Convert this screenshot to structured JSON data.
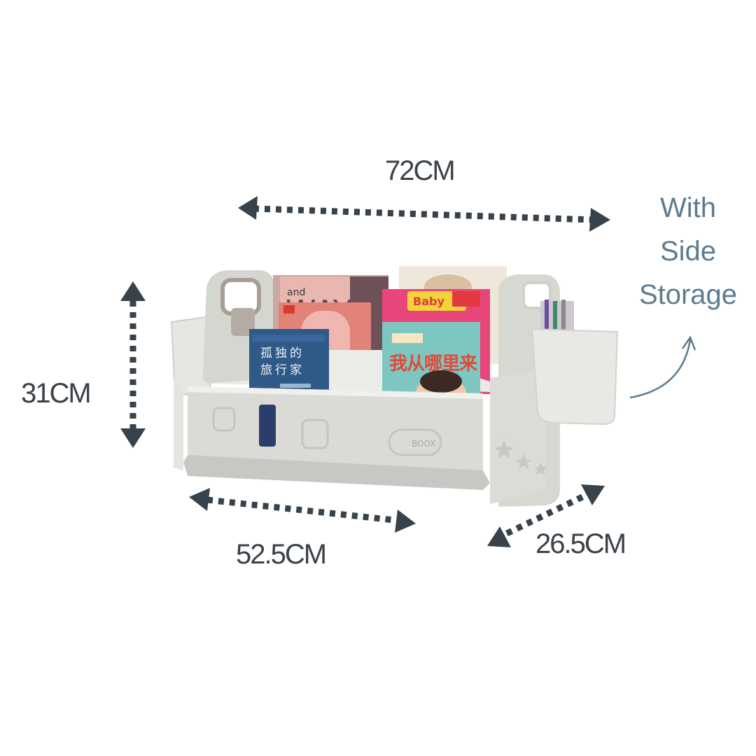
{
  "dimensions": {
    "width": "72CM",
    "height": "31CM",
    "front_length": "52.5CM",
    "depth": "26.5CM"
  },
  "side_note": {
    "line1": "With",
    "line2": "Side",
    "line3": "Storage"
  },
  "product": {
    "brand_logo": "BOOX",
    "book_1_title": "孤独的旅行家",
    "book_2_title": "我从哪里来",
    "book_3_label": "Baby",
    "book_4_text": "and WAY"
  },
  "colors": {
    "dimension_text": "#3a4248",
    "arrow": "#37424a",
    "note_text": "#5e7b8f",
    "shelf_body": "#dfe0dc",
    "shelf_shadow": "#bfc0bc"
  },
  "icons": {
    "arrow_style": "dotted-double-arrow",
    "note_arrow": "curved-arrow"
  }
}
